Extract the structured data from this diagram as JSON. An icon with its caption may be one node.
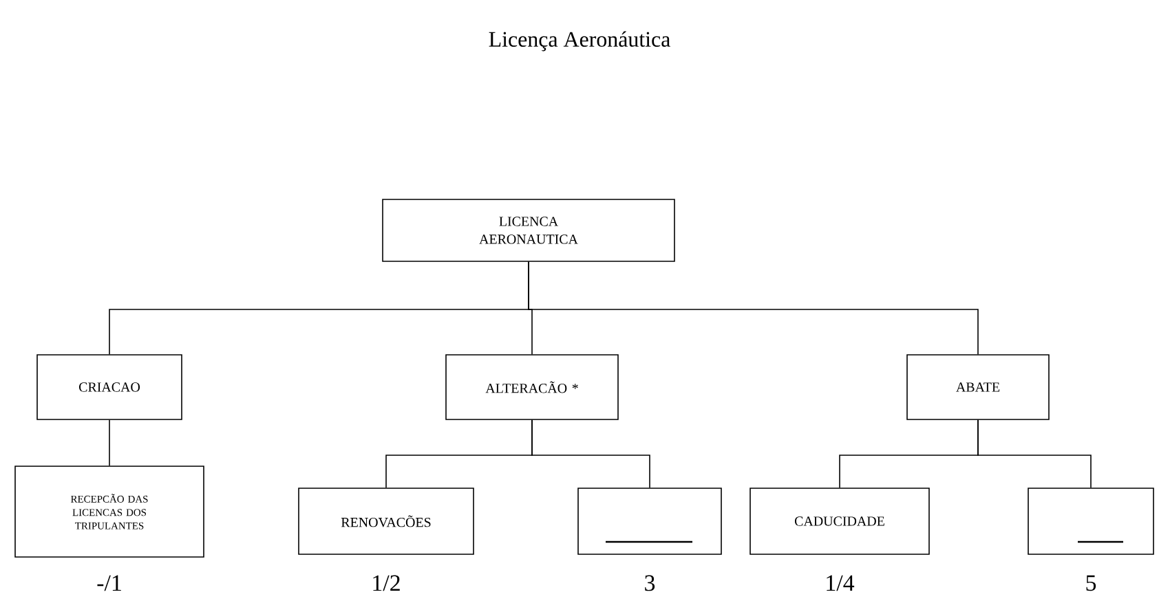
{
  "diagram": {
    "title": "Licença Aeronáutica",
    "nodes": [
      {
        "text": [
          "LICENCA AERONAUTICA"
        ]
      },
      {
        "text": [
          "CRIACAO"
        ]
      },
      {
        "text": [
          "ALTERACÃO *"
        ]
      },
      {
        "text": [
          "ABATE"
        ]
      },
      {
        "text": [
          "RECEPCÃO DAS LICENCAS DOS TRIPULANTES"
        ],
        "beside": [
          "-/1"
        ]
      },
      {
        "text": [
          "RENOVACÕES"
        ],
        "beside": [
          "1/2"
        ]
      },
      {
        "text": [],
        "shape": "box",
        "beside": [
          "3"
        ]
      },
      {
        "text": [
          "CADUCIDADE"
        ],
        "beside": [
          "1/4"
        ]
      },
      {
        "text": [],
        "shape": "box",
        "beside": [
          "5"
        ]
      }
    ],
    "edges": [
      {
        "from": 0,
        "to": 1,
        "arrow": "none"
      },
      {
        "from": 0,
        "to": 2,
        "arrow": "none"
      },
      {
        "from": 0,
        "to": 3,
        "arrow": "none"
      },
      {
        "from": 1,
        "to": 4,
        "arrow": "none"
      },
      {
        "from": 2,
        "to": 5,
        "arrow": "none"
      },
      {
        "from": 2,
        "to": 6,
        "arrow": "none"
      },
      {
        "from": 3,
        "to": 7,
        "arrow": "none"
      },
      {
        "from": 3,
        "to": 8,
        "arrow": "none"
      }
    ]
  }
}
